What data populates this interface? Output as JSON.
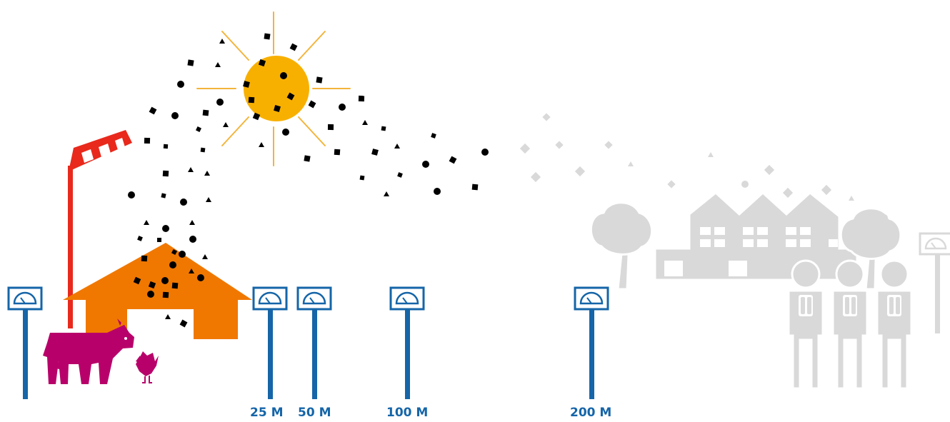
{
  "colors": {
    "measure_blue": "#1565a8",
    "barn_orange": "#f07800",
    "sun_yellow": "#f8b000",
    "sun_rays": "#f3b43a",
    "windsock_red": "#e8291c",
    "animal_magenta": "#b8006a",
    "particles": "#000000",
    "faded_gray": "#d9d9d9"
  },
  "icons": {
    "sun": "sun-icon",
    "windsock": "windsock-icon",
    "barn": "barn-icon",
    "cow": "cow-icon",
    "chicken": "chicken-icon",
    "measuring_post": "gauge-icon",
    "village": "village-icon",
    "tree": "tree-icon",
    "person": "person-icon"
  },
  "distance_labels": [
    "25 M",
    "50 M",
    "100 M",
    "200 M"
  ]
}
